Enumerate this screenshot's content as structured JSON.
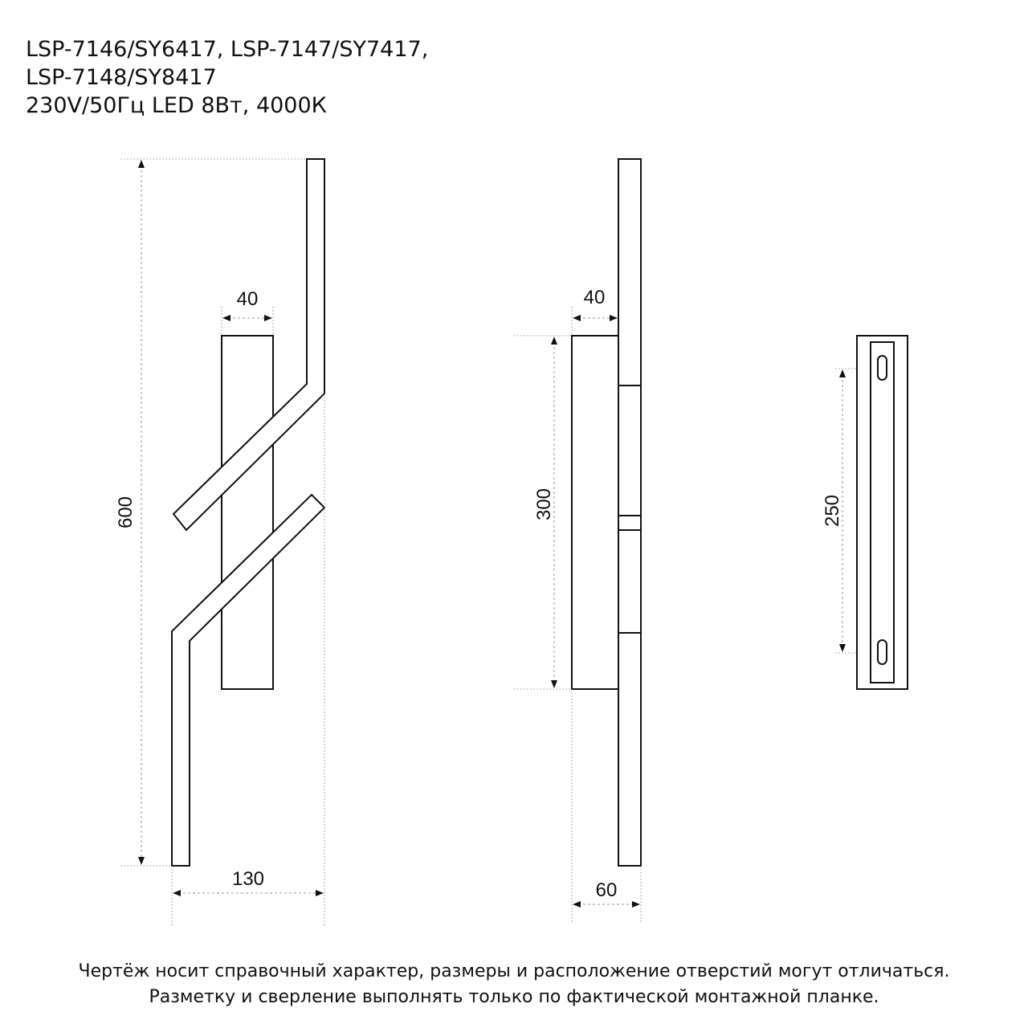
{
  "header": {
    "line1": "LSP-7146/SY6417, LSP-7147/SY7417,",
    "line2": "LSP-7148/SY8417",
    "line3": "230V/50Гц  LED 8Вт, 4000К"
  },
  "dimensions": {
    "front_height": "600",
    "front_bar_width": "40",
    "front_width": "130",
    "side_depth_top": "40",
    "side_height": "300",
    "side_depth_bottom": "60",
    "plate_hole_spacing": "250"
  },
  "footer": {
    "line1": "Чертёж носит справочный характер, размеры и расположение отверстий могут отличаться.",
    "line2": "Разметку и сверление выполнять только по фактической монтажной планке."
  },
  "colors": {
    "line": "#111111",
    "dimension": "#9a9a9a",
    "background": "#ffffff"
  }
}
